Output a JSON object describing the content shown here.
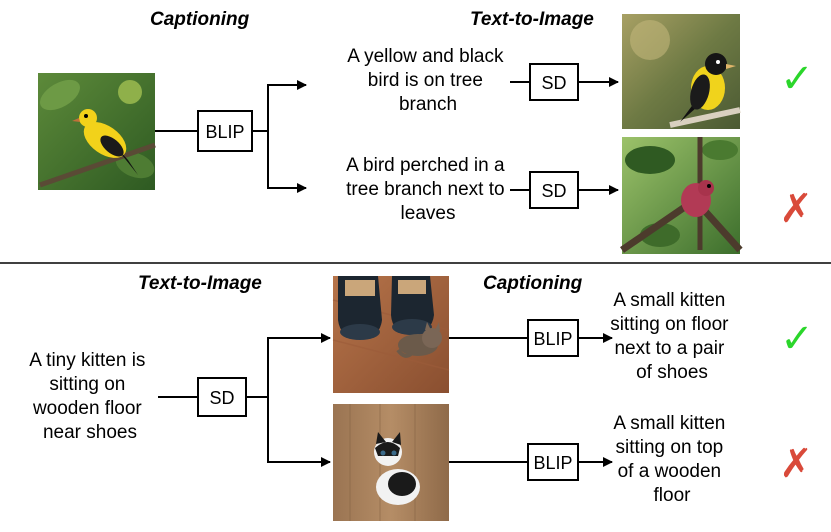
{
  "top": {
    "heading_captioning": "Captioning",
    "heading_t2i": "Text-to-Image",
    "model_caption": "BLIP",
    "model_gen": "SD",
    "caption_1": [
      "A yellow and black",
      "bird is on tree",
      "branch"
    ],
    "caption_2": [
      "A bird perched in a",
      "tree branch next to",
      "leaves"
    ],
    "result_1": "✓",
    "result_2": "✗",
    "images": {
      "input": "yellow-black-bird-photo",
      "output_1": "generated-yellow-bird",
      "output_2": "generated-red-bird"
    }
  },
  "bottom": {
    "heading_t2i": "Text-to-Image",
    "heading_captioning": "Captioning",
    "prompt": [
      "A tiny kitten is",
      "sitting on",
      "wooden floor",
      "near shoes"
    ],
    "model_gen": "SD",
    "model_caption": "BLIP",
    "caption_1": [
      "A small kitten",
      "sitting on floor",
      "next to a pair",
      "of shoes"
    ],
    "caption_2": [
      "A small kitten",
      "sitting on top",
      "of a wooden",
      "floor"
    ],
    "result_1": "✓",
    "result_2": "✗",
    "images": {
      "output_1": "generated-kitten-with-shoes",
      "output_2": "generated-kitten-on-wood"
    }
  },
  "colors": {
    "check": "#2bd62b",
    "cross": "#d94a3a",
    "line": "#000000"
  }
}
